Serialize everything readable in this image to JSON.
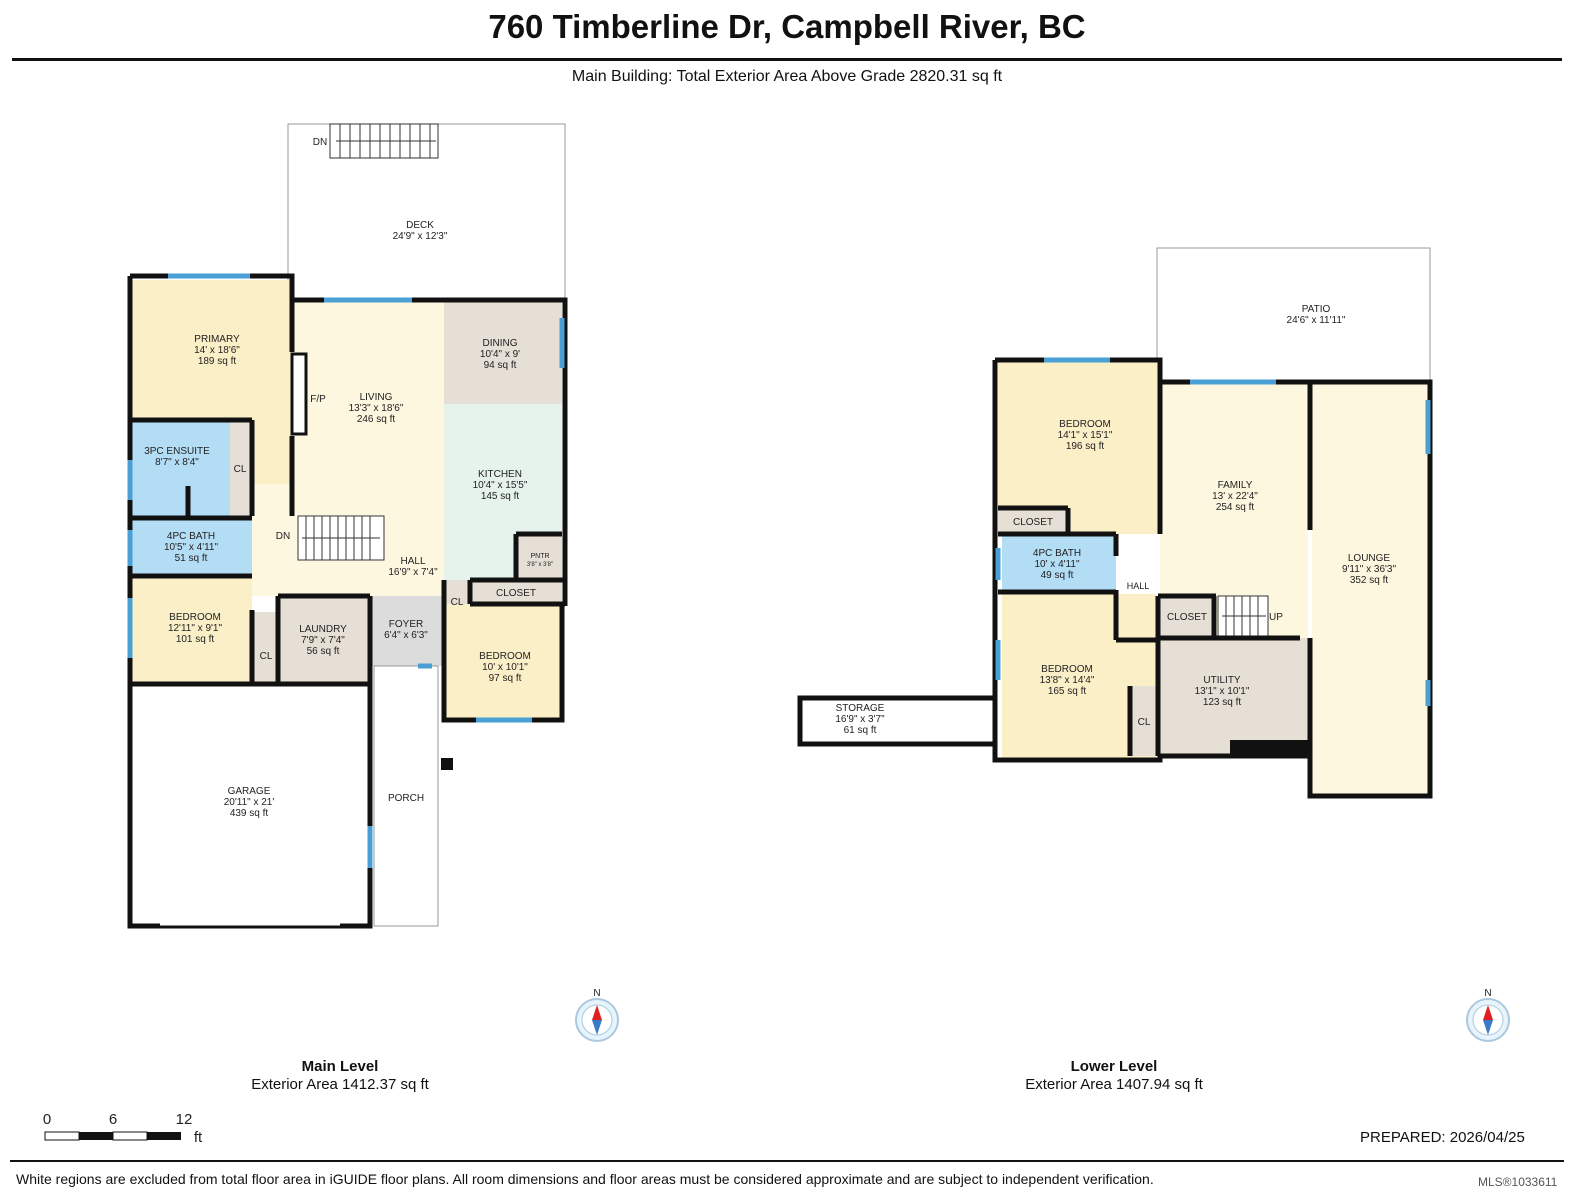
{
  "header": {
    "address": "760 Timberline Dr, Campbell River, BC",
    "building_summary": "Main Building: Total Exterior Area Above Grade 2820.31 sq ft"
  },
  "colors": {
    "wall": "#111111",
    "window": "#4a9fd4",
    "bedroom": "#fbefc8",
    "living": "#fdf7e0",
    "wet": "#b3dcf5",
    "kitchen": "#e6f2ec",
    "utility": "#e6dfd6",
    "outdoor": "#ffffff"
  },
  "main_level": {
    "name": "Main Level",
    "area": "Exterior Area 1412.37 sq ft",
    "rooms": [
      {
        "id": "deck",
        "name": "DECK",
        "dims": "24'9\" x 12'3\""
      },
      {
        "id": "primary",
        "name": "PRIMARY",
        "dims": "14' x 18'6\"",
        "area": "189 sq ft"
      },
      {
        "id": "living",
        "name": "LIVING",
        "dims": "13'3\" x 18'6\"",
        "area": "246 sq ft"
      },
      {
        "id": "dining",
        "name": "DINING",
        "dims": "10'4\" x 9'",
        "area": "94 sq ft"
      },
      {
        "id": "ensuite",
        "name": "3PC ENSUITE",
        "dims": "8'7\" x 8'4\""
      },
      {
        "id": "kitchen",
        "name": "KITCHEN",
        "dims": "10'4\" x 15'5\"",
        "area": "145 sq ft"
      },
      {
        "id": "bath4",
        "name": "4PC BATH",
        "dims": "10'5\" x 4'11\"",
        "area": "51 sq ft"
      },
      {
        "id": "hall",
        "name": "HALL",
        "dims": "16'9\" x 7'4\""
      },
      {
        "id": "pntr",
        "name": "PNTR",
        "dims": "3'8\" x 3'8\""
      },
      {
        "id": "closet",
        "name": "CLOSET"
      },
      {
        "id": "bed1",
        "name": "BEDROOM",
        "dims": "12'11\" x 9'1\"",
        "area": "101 sq ft"
      },
      {
        "id": "laundry",
        "name": "LAUNDRY",
        "dims": "7'9\" x 7'4\"",
        "area": "56 sq ft"
      },
      {
        "id": "foyer",
        "name": "FOYER",
        "dims": "6'4\" x 6'3\""
      },
      {
        "id": "bed2",
        "name": "BEDROOM",
        "dims": "10' x 10'1\"",
        "area": "97 sq ft"
      },
      {
        "id": "garage",
        "name": "GARAGE",
        "dims": "20'11\" x 21'",
        "area": "439 sq ft"
      },
      {
        "id": "porch",
        "name": "PORCH"
      }
    ],
    "small_labels": {
      "cl": "CL",
      "fp": "F/P",
      "dn": "DN"
    }
  },
  "lower_level": {
    "name": "Lower Level",
    "area": "Exterior Area 1407.94 sq ft",
    "rooms": [
      {
        "id": "patio",
        "name": "PATIO",
        "dims": "24'6\" x 11'11\""
      },
      {
        "id": "lbed1",
        "name": "BEDROOM",
        "dims": "14'1\" x 15'1\"",
        "area": "196 sq ft"
      },
      {
        "id": "family",
        "name": "FAMILY",
        "dims": "13' x 22'4\"",
        "area": "254 sq ft"
      },
      {
        "id": "lounge",
        "name": "LOUNGE",
        "dims": "9'11\" x 36'3\"",
        "area": "352 sq ft"
      },
      {
        "id": "lcloset1",
        "name": "CLOSET"
      },
      {
        "id": "lbath",
        "name": "4PC BATH",
        "dims": "10' x 4'11\"",
        "area": "49 sq ft"
      },
      {
        "id": "lhall",
        "name": "HALL"
      },
      {
        "id": "lcloset2",
        "name": "CLOSET"
      },
      {
        "id": "lbed2",
        "name": "BEDROOM",
        "dims": "13'8\" x 14'4\"",
        "area": "165 sq ft"
      },
      {
        "id": "utility",
        "name": "UTILITY",
        "dims": "13'1\" x 10'1\"",
        "area": "123 sq ft"
      },
      {
        "id": "storage",
        "name": "STORAGE",
        "dims": "16'9\" x 3'7\"",
        "area": "61 sq ft"
      }
    ],
    "small_labels": {
      "cl": "CL",
      "up": "UP"
    }
  },
  "compass": {
    "north": "N"
  },
  "scale": {
    "ticks": [
      "0",
      "6",
      "12"
    ],
    "unit": "ft"
  },
  "footer": {
    "prepared": "PREPARED: 2026/04/25",
    "disclaimer": "White regions are excluded from total floor area in iGUIDE floor plans. All room dimensions and floor areas must be considered approximate and are subject to independent verification.",
    "mls": "MLS®1033611"
  }
}
